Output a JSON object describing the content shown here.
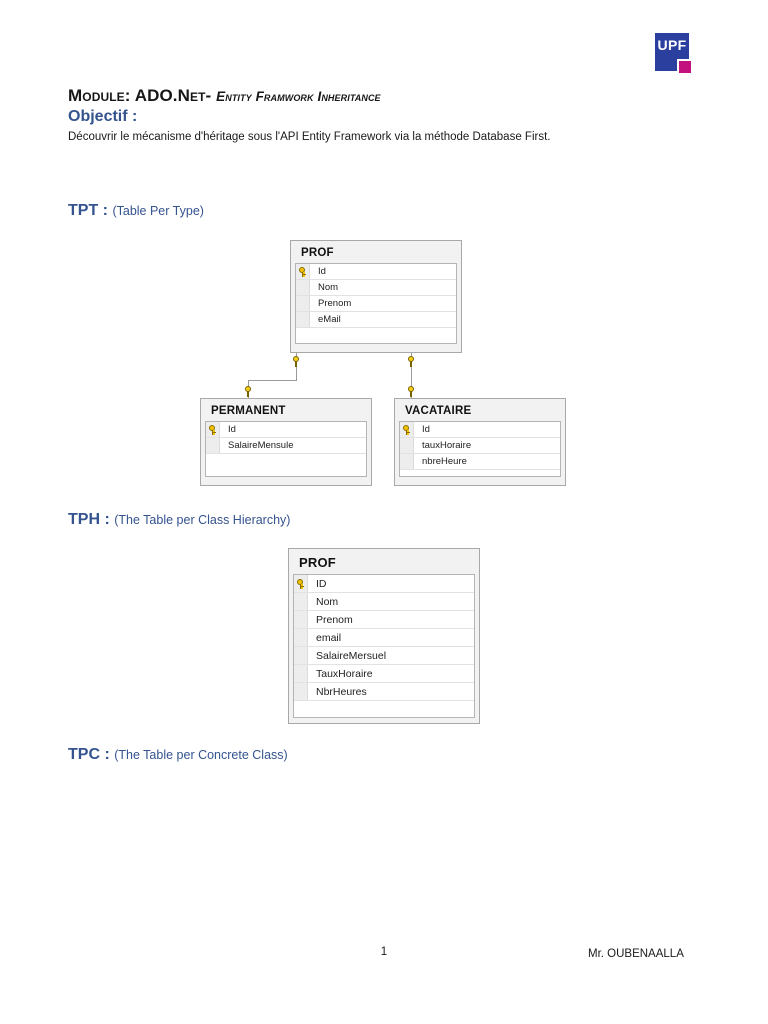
{
  "logo": {
    "text": "UPF",
    "blue": "#2B3F9E",
    "pink": "#C3127E"
  },
  "document": {
    "title_main": "Module: ADO.Net-",
    "title_sub": "Entity Framwork Inheritance",
    "objectif_heading": "Objectif :",
    "objectif_text": "Découvrir le mécanisme d'héritage sous l'API Entity Framework via la méthode Database First.",
    "accent_color": "#34538F"
  },
  "sections": [
    {
      "code": "TPT :",
      "paren": "(Table Per Type)"
    },
    {
      "code": "TPH :",
      "paren": "(The Table per Class Hierarchy)"
    },
    {
      "code": "TPC :",
      "paren": "(The Table per Concrete Class)"
    }
  ],
  "diagrams": {
    "tpt": {
      "tables": [
        {
          "name": "PROF",
          "fields": [
            {
              "label": "Id",
              "key": true
            },
            {
              "label": "Nom",
              "key": false
            },
            {
              "label": "Prenom",
              "key": false
            },
            {
              "label": "eMail",
              "key": false
            }
          ]
        },
        {
          "name": "PERMANENT",
          "fields": [
            {
              "label": "Id",
              "key": true
            },
            {
              "label": "SalaireMensule",
              "key": false
            }
          ]
        },
        {
          "name": "VACATAIRE",
          "fields": [
            {
              "label": "Id",
              "key": true
            },
            {
              "label": "tauxHoraire",
              "key": false
            },
            {
              "label": "nbreHeure",
              "key": false
            }
          ]
        }
      ]
    },
    "tph": {
      "tables": [
        {
          "name": "PROF",
          "fields": [
            {
              "label": "ID",
              "key": true
            },
            {
              "label": "Nom",
              "key": false
            },
            {
              "label": "Prenom",
              "key": false
            },
            {
              "label": "email",
              "key": false
            },
            {
              "label": "SalaireMersuel",
              "key": false
            },
            {
              "label": "TauxHoraire",
              "key": false
            },
            {
              "label": "NbrHeures",
              "key": false
            }
          ]
        }
      ]
    }
  },
  "footer": {
    "page_number": "1",
    "author": "Mr. OUBENAALLA"
  }
}
